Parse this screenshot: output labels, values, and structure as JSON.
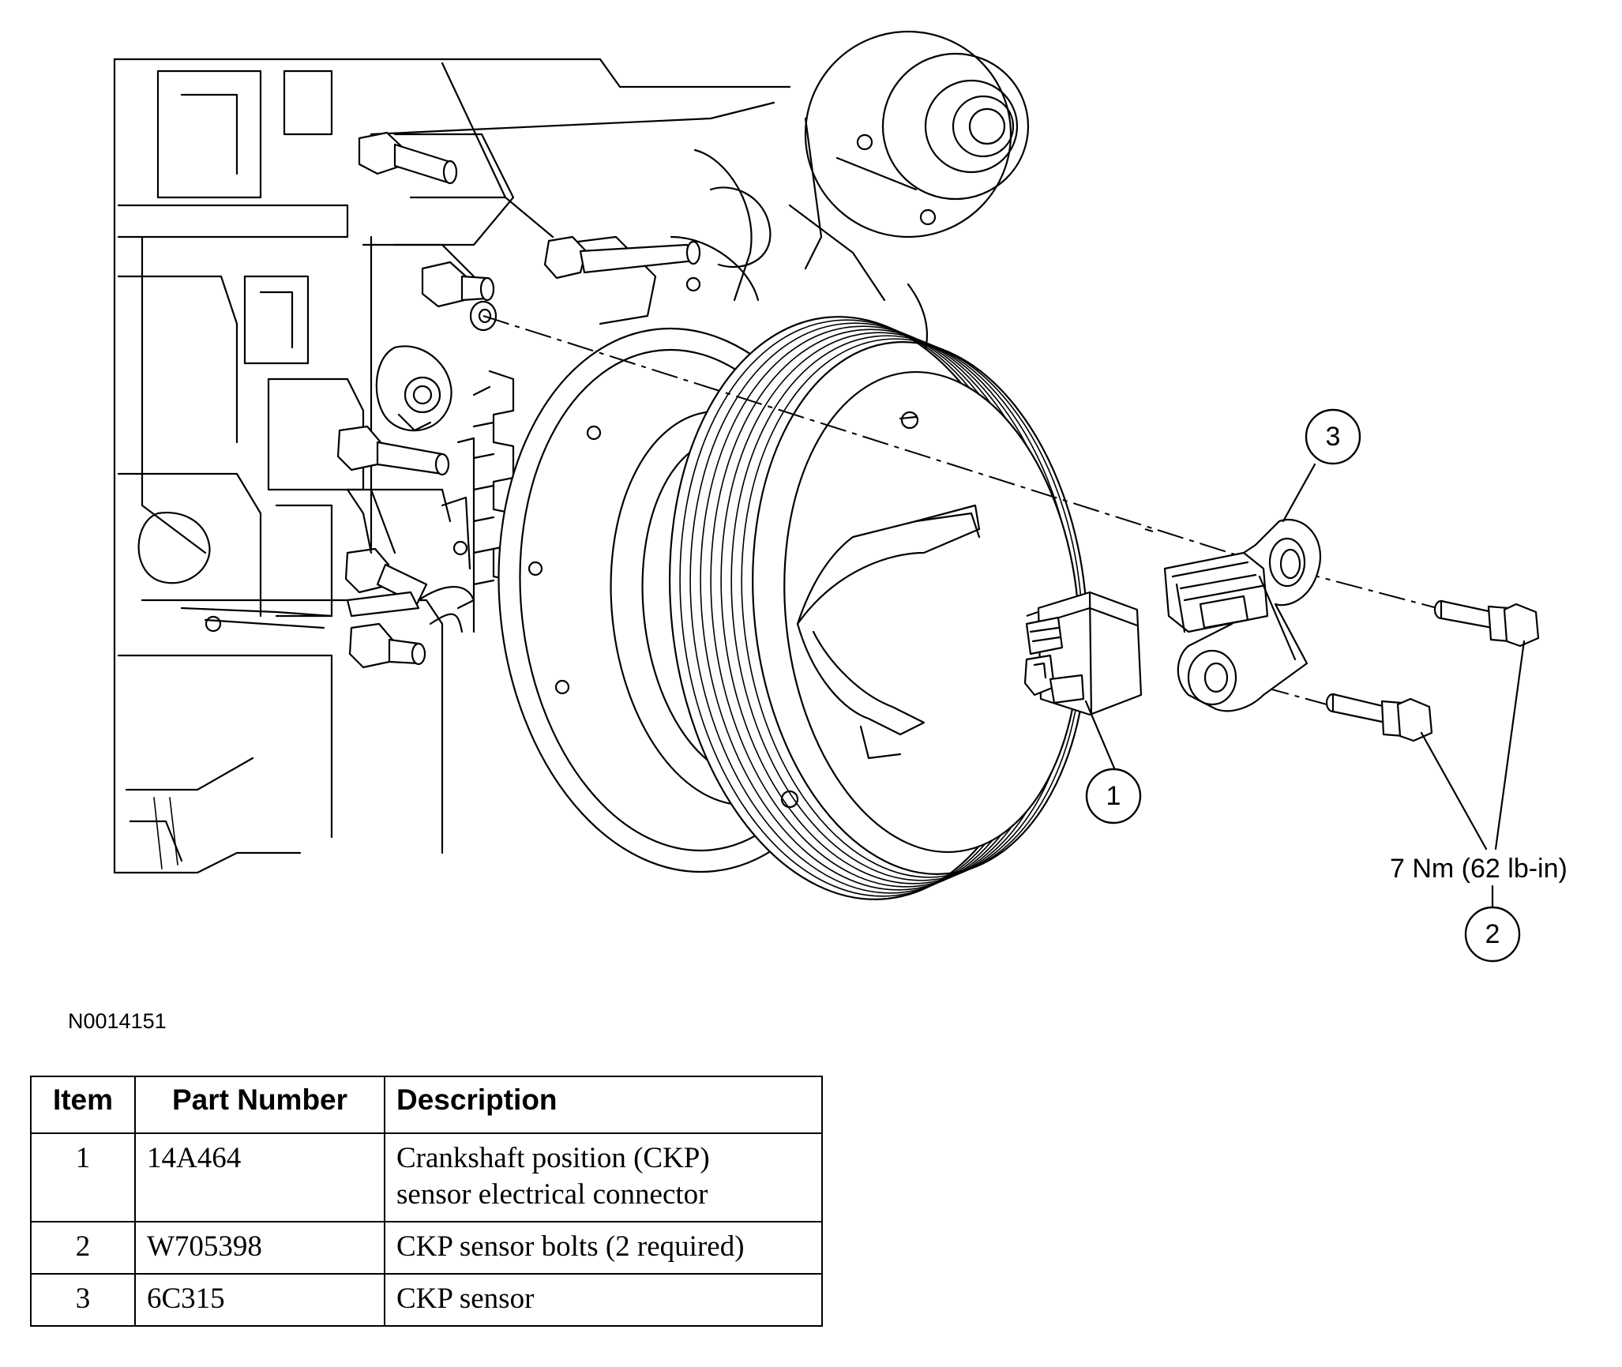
{
  "diagram": {
    "figure_id": "N0014151",
    "torque_spec": "7 Nm (62 lb-in)",
    "callouts": [
      {
        "number": "1",
        "refers_to": "Crankshaft position (CKP) sensor electrical connector"
      },
      {
        "number": "2",
        "refers_to": "CKP sensor bolts"
      },
      {
        "number": "3",
        "refers_to": "CKP sensor"
      }
    ]
  },
  "parts_table": {
    "headers": {
      "item": "Item",
      "part_number": "Part Number",
      "description": "Description"
    },
    "rows": [
      {
        "item": "1",
        "part_number": "14A464",
        "description_lines": [
          "Crankshaft position (CKP)",
          "sensor electrical connector"
        ]
      },
      {
        "item": "2",
        "part_number": "W705398",
        "description_lines": [
          "CKP sensor bolts (2 required)"
        ]
      },
      {
        "item": "3",
        "part_number": "6C315",
        "description_lines": [
          "CKP sensor"
        ]
      }
    ]
  },
  "colors": {
    "line": "#000000",
    "background": "#ffffff"
  }
}
